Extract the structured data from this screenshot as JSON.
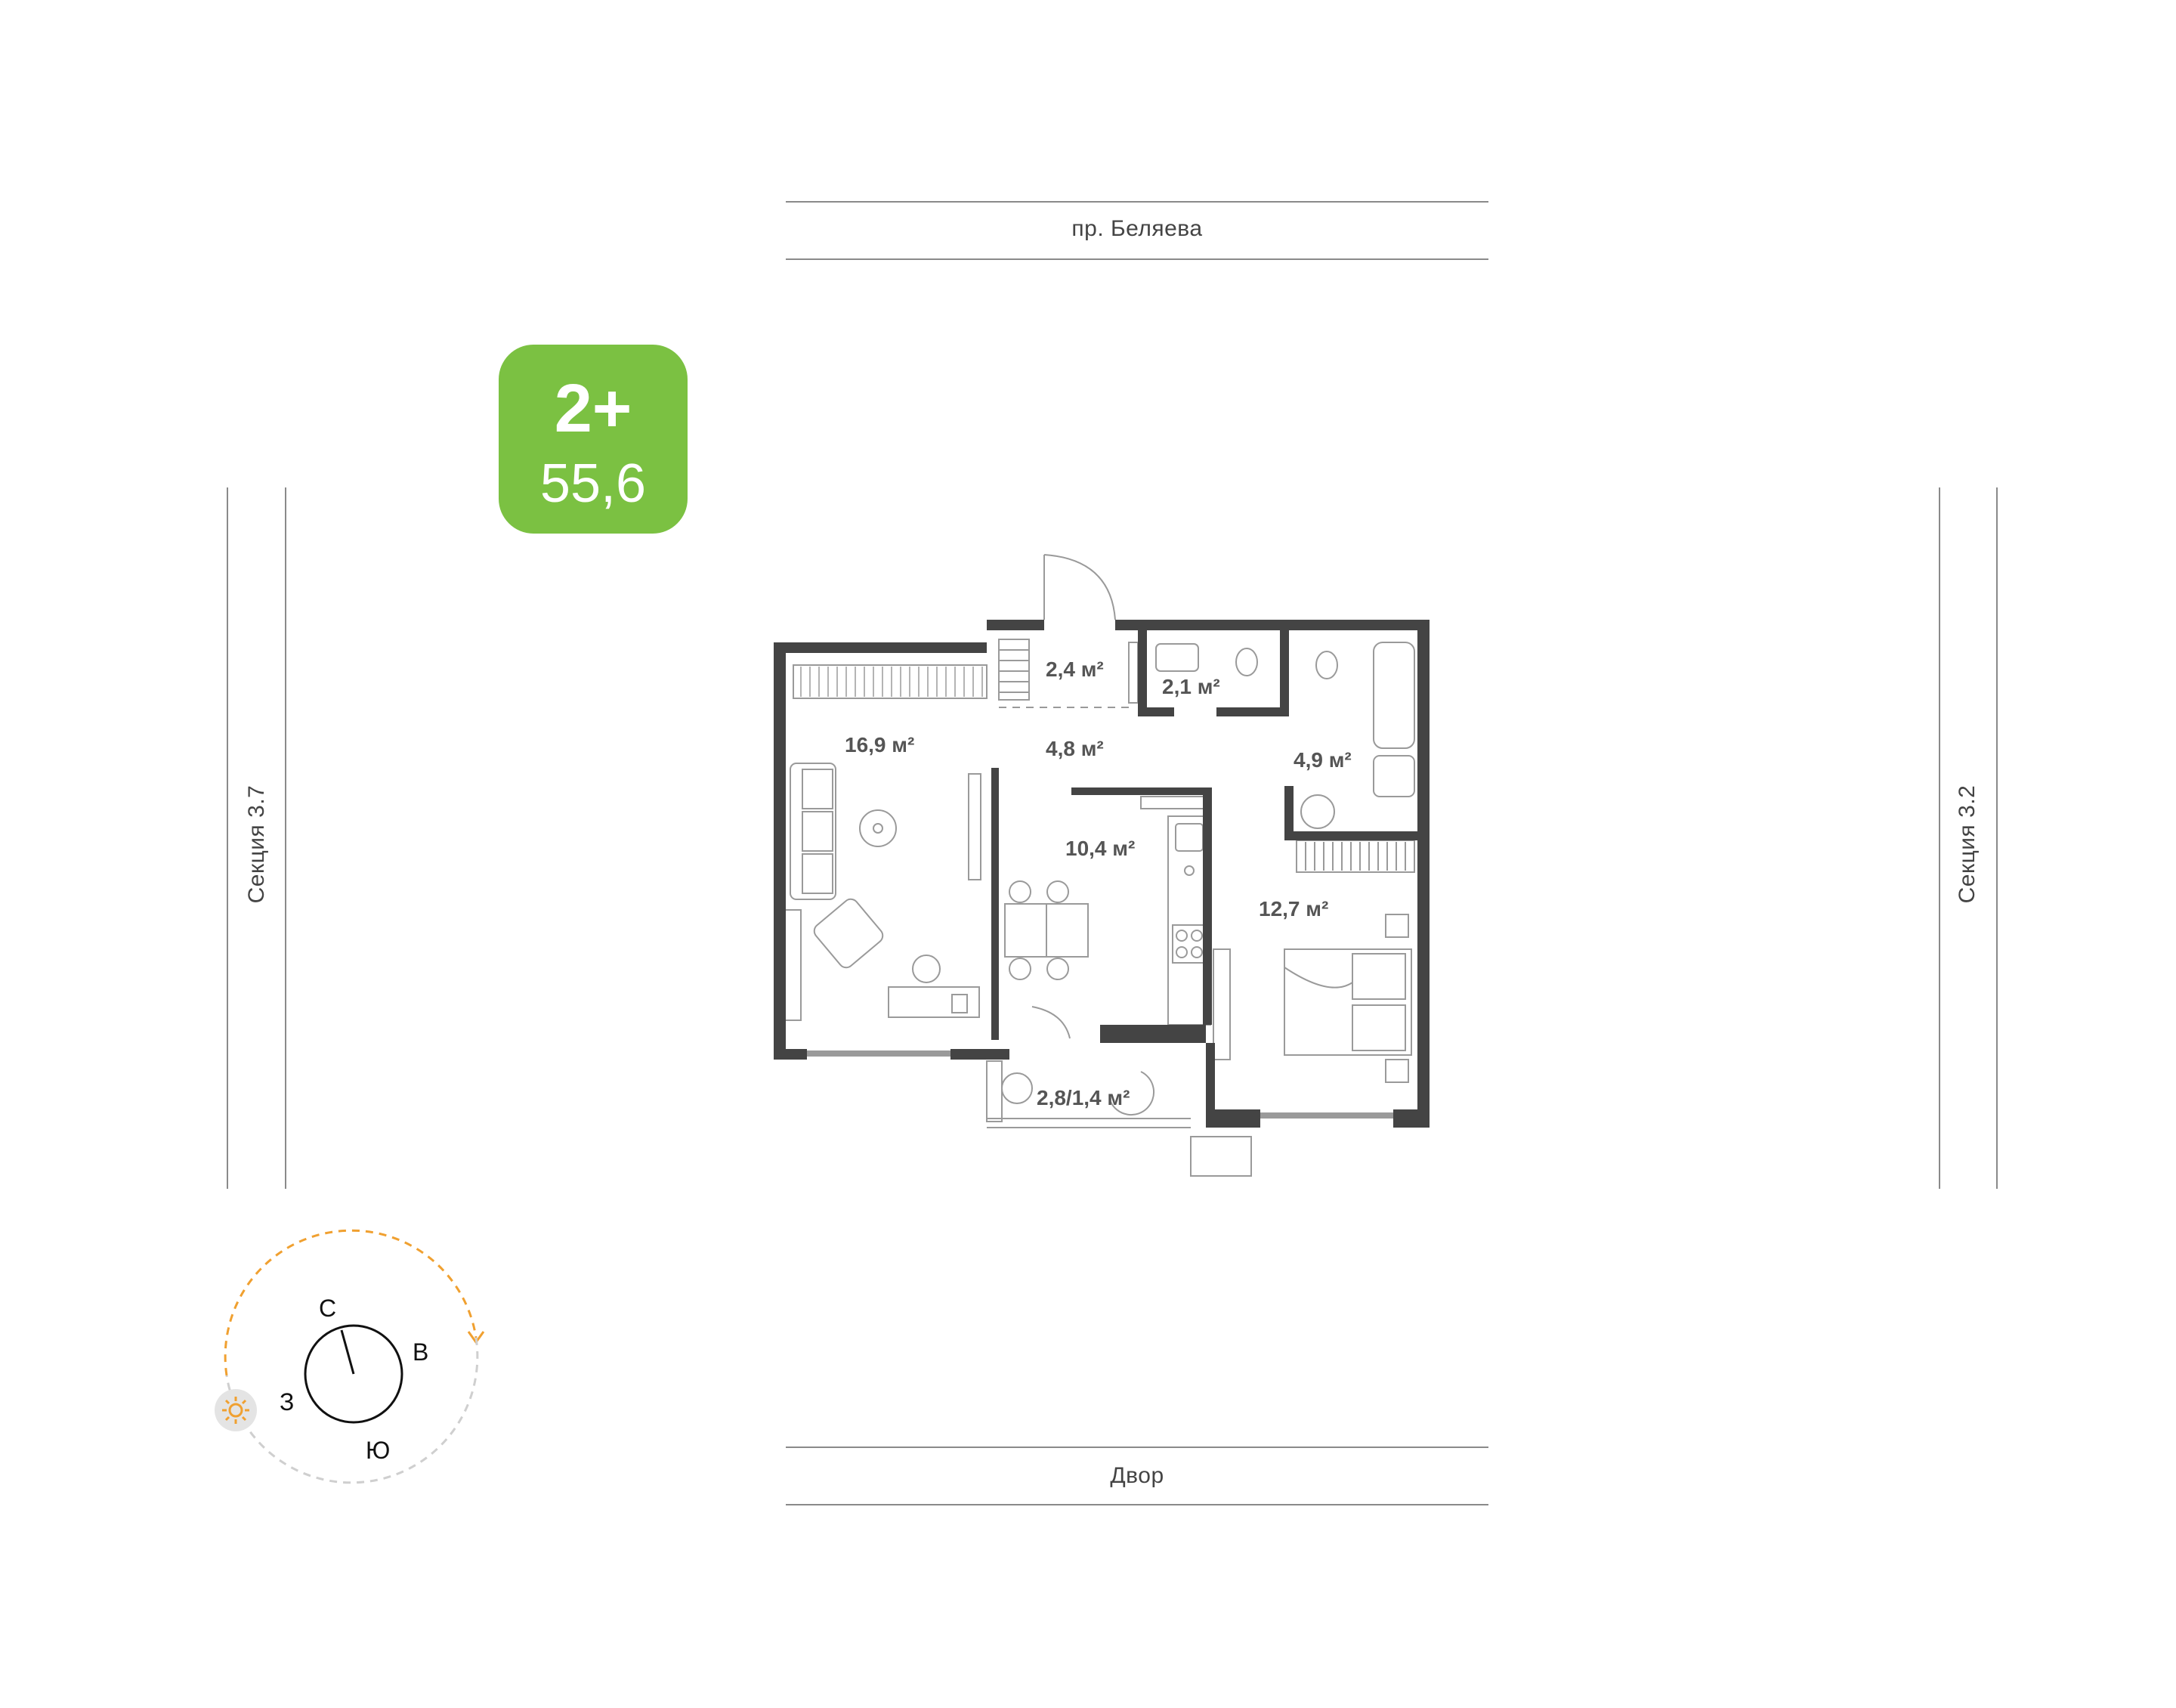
{
  "streets": {
    "top": "пр. Беляева",
    "bottom": "Двор",
    "left": "Секция 3.7",
    "right": "Секция 3.2"
  },
  "apartment": {
    "rooms": "2+",
    "total_area": "55,6",
    "badge_color": "#7bc142"
  },
  "rooms": [
    {
      "id": "living",
      "area": "16,9 м²"
    },
    {
      "id": "entry-closet",
      "area": "2,4 м²"
    },
    {
      "id": "hall",
      "area": "4,8 м²"
    },
    {
      "id": "wc",
      "area": "2,1 м²"
    },
    {
      "id": "bathroom",
      "area": "4,9 м²"
    },
    {
      "id": "kitchen",
      "area": "10,4 м²"
    },
    {
      "id": "bedroom",
      "area": "12,7 м²"
    },
    {
      "id": "balcony",
      "area": "2,8/1,4 м²"
    }
  ],
  "compass": {
    "north": "С",
    "east": "В",
    "south": "Ю",
    "west": "З",
    "sun_path_color": "#f0a030",
    "sun_icon": "sun-icon"
  },
  "colors": {
    "wall": "#444444",
    "furniture": "#9a9a9a",
    "line": "#8a8a8a"
  }
}
